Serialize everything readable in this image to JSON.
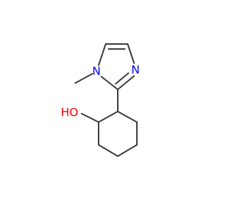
{
  "molecule": {
    "atoms": {
      "n_methyl": {
        "symbol": "N",
        "color": "#0000ff"
      },
      "n_ring": {
        "symbol": "N",
        "color": "#0000ff"
      },
      "hydroxyl": {
        "symbol": "HO",
        "color": "#ff0000"
      }
    },
    "bond_color": "#3a3a3a"
  }
}
